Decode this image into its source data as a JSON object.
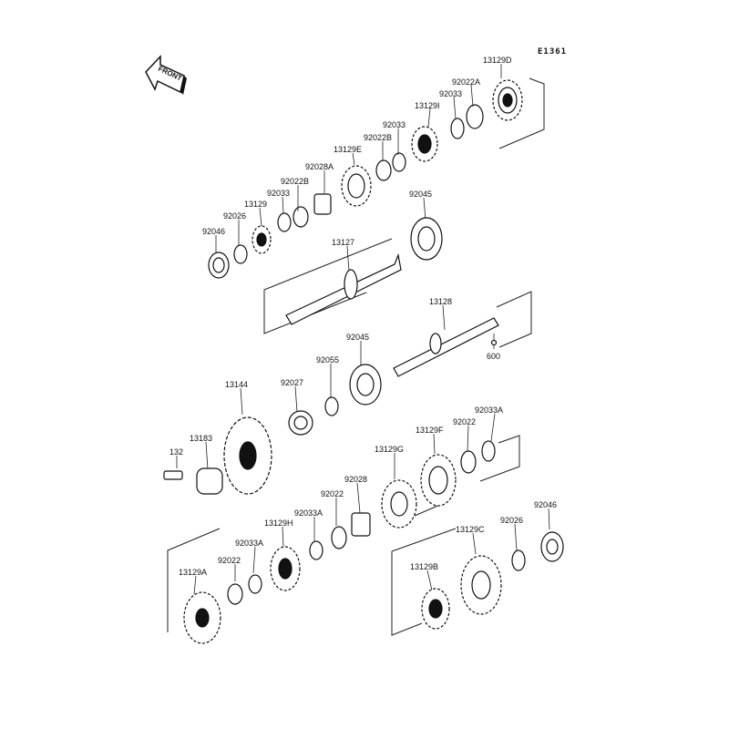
{
  "diagram_code": "E1361",
  "front_label": "FRONT",
  "parts": [
    {
      "label": "13129D",
      "kind": "gear"
    },
    {
      "label": "92022A",
      "kind": "ring"
    },
    {
      "label": "92033",
      "kind": "ring"
    },
    {
      "label": "13129I",
      "kind": "gear"
    },
    {
      "label": "92033",
      "kind": "ring"
    },
    {
      "label": "92022B",
      "kind": "ring"
    },
    {
      "label": "13129E",
      "kind": "gear"
    },
    {
      "label": "92028A",
      "kind": "sleeve"
    },
    {
      "label": "92022B",
      "kind": "ring"
    },
    {
      "label": "92033",
      "kind": "ring"
    },
    {
      "label": "13129",
      "kind": "gear"
    },
    {
      "label": "92026",
      "kind": "washer"
    },
    {
      "label": "92046",
      "kind": "bearing"
    },
    {
      "label": "92045",
      "kind": "bearing"
    },
    {
      "label": "13127",
      "kind": "shaft"
    },
    {
      "label": "13128",
      "kind": "shaft"
    },
    {
      "label": "600",
      "kind": "ball"
    },
    {
      "label": "92045",
      "kind": "bearing"
    },
    {
      "label": "92055",
      "kind": "ring"
    },
    {
      "label": "92027",
      "kind": "bushing"
    },
    {
      "label": "13144",
      "kind": "sprocket"
    },
    {
      "label": "13183",
      "kind": "plate"
    },
    {
      "label": "132",
      "kind": "bolt"
    },
    {
      "label": "92033A",
      "kind": "ring"
    },
    {
      "label": "92022",
      "kind": "ring"
    },
    {
      "label": "13129F",
      "kind": "gear"
    },
    {
      "label": "13129G",
      "kind": "gear"
    },
    {
      "label": "92028",
      "kind": "sleeve"
    },
    {
      "label": "92022",
      "kind": "ring"
    },
    {
      "label": "92033A",
      "kind": "ring"
    },
    {
      "label": "13129H",
      "kind": "gear"
    },
    {
      "label": "92033A",
      "kind": "ring"
    },
    {
      "label": "92022",
      "kind": "ring"
    },
    {
      "label": "13129A",
      "kind": "gear"
    },
    {
      "label": "92046",
      "kind": "bearing"
    },
    {
      "label": "92026",
      "kind": "washer"
    },
    {
      "label": "13129C",
      "kind": "gear"
    },
    {
      "label": "13129B",
      "kind": "gear"
    }
  ]
}
